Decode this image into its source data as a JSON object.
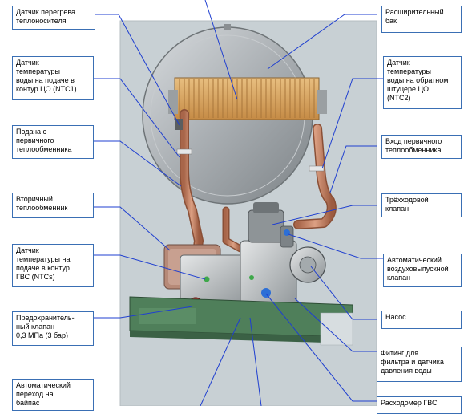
{
  "diagram": {
    "labels": {
      "overheat_sensor": "Датчик перегрева\nтеплоносителя",
      "ntc1": "Датчик\nтемпературы\nводы на подаче в\nконтур ЦО (NTC1)",
      "primary_hx_supply": "Подача с\nпервичного\nтеплообменника",
      "secondary_hx": "Вторичный\nтеплообменник",
      "ntcs": "Датчик\nтемпературы на\nподаче в контур\nГВС (NTCs)",
      "safety_valve": "Предохранитель-\nный клапан\n0,3 МПа (3 бар)",
      "bypass": "Автоматический\nпереход на\nбайпас",
      "expansion_tank": "Расширительный\nбак",
      "ntc2": "Датчик\nтемпературы\nводы на обратном\nштуцере ЦО\n(NTC2)",
      "primary_hx_inlet": "Вход первичного\nтеплообменника",
      "three_way_valve": "Трёхходовой\nклапан",
      "air_vent": "Автоматический\nвоздуховыпускной\nклапан",
      "pump": "Насос",
      "filter_fitting": "Фитинг для\nфильтра и датчика\nдавления воды",
      "flow_meter": "Расходомер ГВС"
    },
    "colors": {
      "leader_line": "#1f3fd0",
      "label_border": "#3a6fb4",
      "panel": "#c8d0d4",
      "tank": "#b0b4b8",
      "heat_exchanger": "#d9a45f",
      "copper_pipe": "#c88a6a",
      "frame_green": "#4f7f5a"
    }
  }
}
